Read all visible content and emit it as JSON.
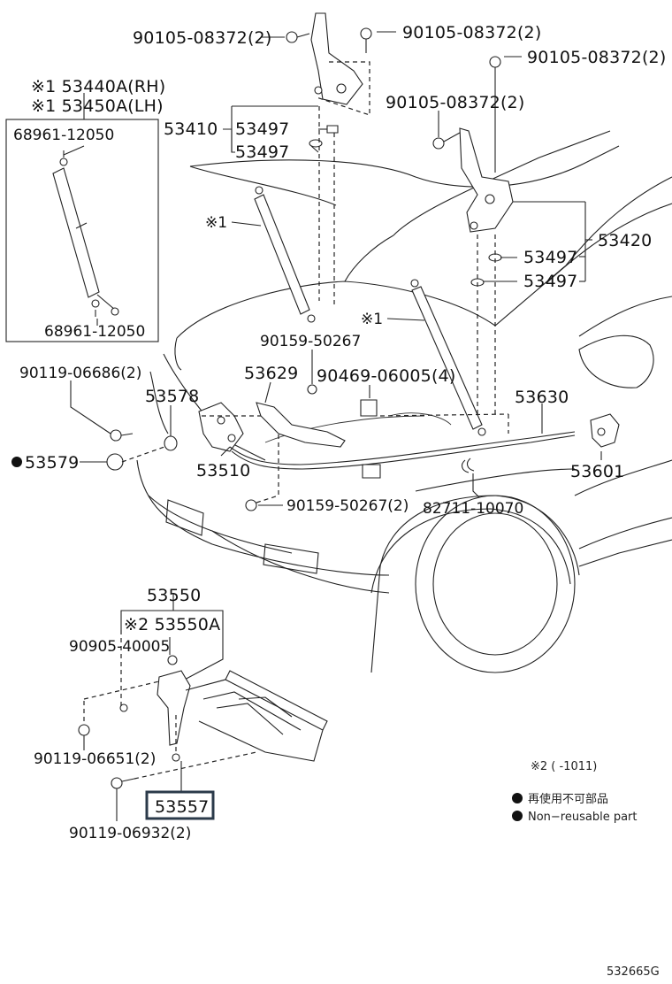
{
  "labels": {
    "bolt_top_left": "90105-08372(2)",
    "bolt_top_mid": "90105-08372(2)",
    "bolt_top_right": "90105-08372(2)",
    "bolt_mid_right": "90105-08372(2)",
    "strut_rh": "※1 53440A(RH)",
    "strut_lh": "※1 53450A(LH)",
    "stud_top": "68961-12050",
    "stud_bottom": "68961-12050",
    "hinge_lh": "53410",
    "cushion_a": "53497",
    "cushion_b": "53497",
    "hinge_rh": "53420",
    "cushion_c": "53497",
    "cushion_d": "53497",
    "marker_strut_left": "※1",
    "marker_strut_right": "※1",
    "clip_upper": "90159-50267",
    "grommet": "90469-06005(4)",
    "bolt_lock": "90119-06686(2)",
    "lock_assy": "53578",
    "cushion_nonreuse": "53579",
    "lock": "53510",
    "release_lever": "53629",
    "cable": "53630",
    "handle": "53601",
    "clip_lower": "90159-50267(2)",
    "clamp": "82711-10070",
    "support": "53550",
    "support_alt": "※2 53550A",
    "screw": "90905-40005",
    "bolt_support": "90119-06651(2)",
    "stay": "53557",
    "bolt_stay": "90119-06932(2)",
    "note_period": "※2 (     -1011)",
    "legend_jp": "再使用不可部品",
    "legend_en": "Non−reusable part",
    "drawing_code": "532665G"
  }
}
